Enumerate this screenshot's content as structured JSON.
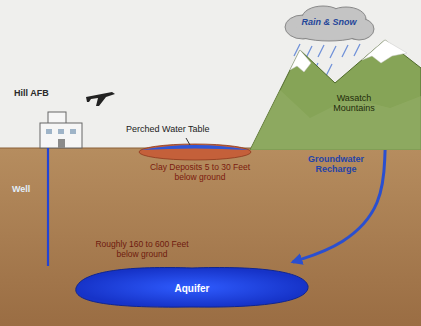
{
  "diagram": {
    "nodes": [
      {
        "text": [
          "Rain & Snow"
        ]
      },
      {
        "text": [
          "Wasatch Mountains"
        ]
      },
      {
        "text": [
          "Aquifer"
        ]
      }
    ],
    "edges": [
      {
        "from": 1,
        "to": 2,
        "arrow": "to",
        "label": "Groundwater Recharge"
      }
    ],
    "labels": [
      "Hill AFB",
      "Perched Water Table",
      "Well",
      "Clay Deposits 5 to 30 Feet below ground",
      "Roughly 160 to 600 Feet below ground"
    ]
  }
}
